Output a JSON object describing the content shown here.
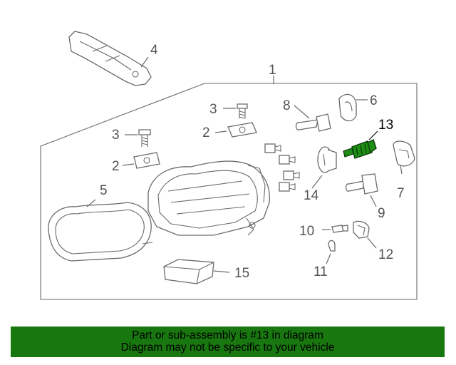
{
  "callouts": {
    "c1": "1",
    "c2a": "2",
    "c2b": "2",
    "c3a": "3",
    "c3b": "3",
    "c4": "4",
    "c5": "5",
    "c6": "6",
    "c7": "7",
    "c8": "8",
    "c9": "9",
    "c10": "10",
    "c11": "11",
    "c12": "12",
    "c13": "13",
    "c14": "14",
    "c15": "15"
  },
  "highlight": {
    "part_number": "13",
    "color": "#18770f"
  },
  "banner": {
    "line1": "Part or sub-assembly is #13 in diagram",
    "line2": "Diagram may not be specific to your vehicle",
    "background": "#18770f"
  }
}
